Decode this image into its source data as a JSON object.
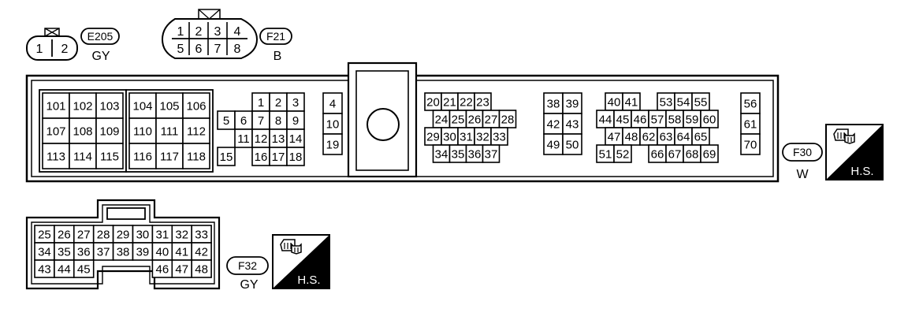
{
  "small_connectors": [
    {
      "id": "e205",
      "code": "E205",
      "color": "GY",
      "pins": [
        "1",
        "2"
      ]
    },
    {
      "id": "f21",
      "code": "F21",
      "color": "B",
      "pins": [
        "1",
        "2",
        "3",
        "4",
        "5",
        "6",
        "7",
        "8"
      ]
    }
  ],
  "ecm_connector": {
    "code": "F30",
    "color": "W",
    "badge": "H.S.",
    "groups": [
      {
        "id": "g101",
        "cells": [
          {
            "label": "101",
            "c": 0,
            "r": 0
          },
          {
            "label": "102",
            "c": 1,
            "r": 0
          },
          {
            "label": "103",
            "c": 2,
            "r": 0
          },
          {
            "label": "107",
            "c": 0,
            "r": 1
          },
          {
            "label": "108",
            "c": 1,
            "r": 1
          },
          {
            "label": "109",
            "c": 2,
            "r": 1
          },
          {
            "label": "113",
            "c": 0,
            "r": 2
          },
          {
            "label": "114",
            "c": 1,
            "r": 2
          },
          {
            "label": "115",
            "c": 2,
            "r": 2
          }
        ]
      },
      {
        "id": "g104",
        "cells": [
          {
            "label": "104",
            "c": 0,
            "r": 0
          },
          {
            "label": "105",
            "c": 1,
            "r": 0
          },
          {
            "label": "106",
            "c": 2,
            "r": 0
          },
          {
            "label": "110",
            "c": 0,
            "r": 1
          },
          {
            "label": "111",
            "c": 1,
            "r": 1
          },
          {
            "label": "112",
            "c": 2,
            "r": 1
          },
          {
            "label": "116",
            "c": 0,
            "r": 2
          },
          {
            "label": "117",
            "c": 1,
            "r": 2
          },
          {
            "label": "118",
            "c": 2,
            "r": 2
          }
        ]
      },
      {
        "id": "g1",
        "cells": [
          {
            "label": "1",
            "c": 2,
            "r": 0
          },
          {
            "label": "2",
            "c": 3,
            "r": 0
          },
          {
            "label": "3",
            "c": 4,
            "r": 0
          },
          {
            "label": "5",
            "c": 0,
            "r": 1
          },
          {
            "label": "6",
            "c": 1,
            "r": 1
          },
          {
            "label": "7",
            "c": 2,
            "r": 1
          },
          {
            "label": "8",
            "c": 3,
            "r": 1
          },
          {
            "label": "9",
            "c": 4,
            "r": 1
          },
          {
            "label": "11",
            "c": 1,
            "r": 2
          },
          {
            "label": "12",
            "c": 2,
            "r": 2
          },
          {
            "label": "13",
            "c": 3,
            "r": 2
          },
          {
            "label": "14",
            "c": 4,
            "r": 2
          },
          {
            "label": "15",
            "c": 0,
            "r": 3
          },
          {
            "label": "16",
            "c": 2,
            "r": 3
          },
          {
            "label": "17",
            "c": 3,
            "r": 3
          },
          {
            "label": "18",
            "c": 4,
            "r": 3
          }
        ]
      },
      {
        "id": "g4",
        "cells": [
          {
            "label": "4",
            "c": 0,
            "r": 0
          },
          {
            "label": "10",
            "c": 0,
            "r": 1
          },
          {
            "label": "19",
            "c": 0,
            "r": 2
          }
        ]
      },
      {
        "id": "g20",
        "cells": [
          {
            "label": "20",
            "c": 0,
            "r": 0
          },
          {
            "label": "21",
            "c": 1,
            "r": 0
          },
          {
            "label": "22",
            "c": 2,
            "r": 0
          },
          {
            "label": "23",
            "c": 3,
            "r": 0
          },
          {
            "label": "24",
            "c": 0.5,
            "r": 1
          },
          {
            "label": "25",
            "c": 1.5,
            "r": 1
          },
          {
            "label": "26",
            "c": 2.5,
            "r": 1
          },
          {
            "label": "27",
            "c": 3.5,
            "r": 1
          },
          {
            "label": "28",
            "c": 4.5,
            "r": 1
          },
          {
            "label": "29",
            "c": 0,
            "r": 2
          },
          {
            "label": "30",
            "c": 1,
            "r": 2
          },
          {
            "label": "31",
            "c": 2,
            "r": 2
          },
          {
            "label": "32",
            "c": 3,
            "r": 2
          },
          {
            "label": "33",
            "c": 4,
            "r": 2
          },
          {
            "label": "34",
            "c": 0.5,
            "r": 3
          },
          {
            "label": "35",
            "c": 1.5,
            "r": 3
          },
          {
            "label": "36",
            "c": 2.5,
            "r": 3
          },
          {
            "label": "37",
            "c": 3.5,
            "r": 3
          }
        ]
      },
      {
        "id": "g38",
        "cells": [
          {
            "label": "38",
            "c": 0,
            "r": 0
          },
          {
            "label": "39",
            "c": 1,
            "r": 0
          },
          {
            "label": "42",
            "c": 0,
            "r": 1
          },
          {
            "label": "43",
            "c": 1,
            "r": 1
          },
          {
            "label": "49",
            "c": 0,
            "r": 2
          },
          {
            "label": "50",
            "c": 1,
            "r": 2
          }
        ]
      },
      {
        "id": "g40",
        "cells": [
          {
            "label": "40",
            "c": 0.5,
            "r": 0
          },
          {
            "label": "41",
            "c": 1.5,
            "r": 0
          },
          {
            "label": "53",
            "c": 3.5,
            "r": 0
          },
          {
            "label": "54",
            "c": 4.5,
            "r": 0
          },
          {
            "label": "55",
            "c": 5.5,
            "r": 0
          },
          {
            "label": "44",
            "c": 0,
            "r": 1
          },
          {
            "label": "45",
            "c": 1,
            "r": 1
          },
          {
            "label": "46",
            "c": 2,
            "r": 1
          },
          {
            "label": "57",
            "c": 3,
            "r": 1
          },
          {
            "label": "58",
            "c": 4,
            "r": 1
          },
          {
            "label": "59",
            "c": 5,
            "r": 1
          },
          {
            "label": "60",
            "c": 6,
            "r": 1
          },
          {
            "label": "47",
            "c": 0.5,
            "r": 2
          },
          {
            "label": "48",
            "c": 1.5,
            "r": 2
          },
          {
            "label": "62",
            "c": 2.5,
            "r": 2
          },
          {
            "label": "63",
            "c": 3.5,
            "r": 2
          },
          {
            "label": "64",
            "c": 4.5,
            "r": 2
          },
          {
            "label": "65",
            "c": 5.5,
            "r": 2
          },
          {
            "label": "51",
            "c": 0,
            "r": 3
          },
          {
            "label": "52",
            "c": 1,
            "r": 3
          },
          {
            "label": "66",
            "c": 3,
            "r": 3
          },
          {
            "label": "67",
            "c": 4,
            "r": 3
          },
          {
            "label": "68",
            "c": 5,
            "r": 3
          },
          {
            "label": "69",
            "c": 6,
            "r": 3
          }
        ]
      },
      {
        "id": "g56",
        "cells": [
          {
            "label": "56",
            "c": 0,
            "r": 0
          },
          {
            "label": "61",
            "c": 0,
            "r": 1
          },
          {
            "label": "70",
            "c": 0,
            "r": 2
          }
        ]
      }
    ]
  },
  "lower_connector": {
    "code": "F32",
    "color": "GY",
    "badge": "H.S.",
    "rows": [
      [
        "25",
        "26",
        "27",
        "28",
        "29",
        "30",
        "31",
        "32",
        "33"
      ],
      [
        "34",
        "35",
        "36",
        "37",
        "38",
        "39",
        "40",
        "41",
        "42"
      ],
      [
        "43",
        "44",
        "45",
        "",
        "",
        "",
        "46",
        "47",
        "48"
      ]
    ]
  }
}
